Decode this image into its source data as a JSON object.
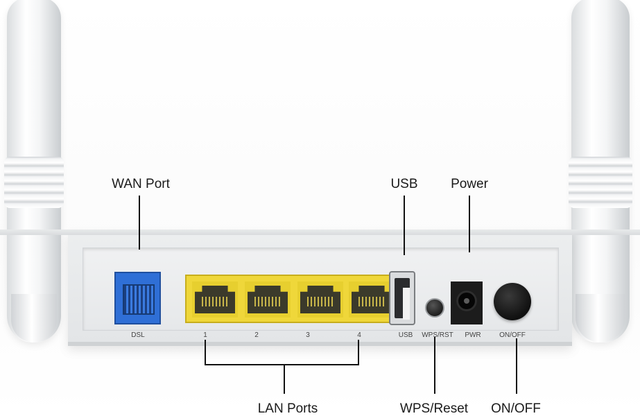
{
  "port_labels": {
    "dsl": "DSL",
    "lan_1": "1",
    "lan_2": "2",
    "lan_3": "3",
    "lan_4": "4",
    "usb": "USB",
    "wps_rst": "WPS/RST",
    "pwr": "PWR",
    "on_off": "ON/OFF"
  },
  "callouts": {
    "wan_port": "WAN Port",
    "usb": "USB",
    "power": "Power",
    "lan_ports": "LAN Ports",
    "wps_reset": "WPS/Reset",
    "on_off": "ON/OFF"
  },
  "colors": {
    "dsl_port": "#2f6fd6",
    "lan_ports": "#efd73a",
    "body": "#e6e8ea",
    "leader_line": "#111111"
  },
  "icons": {
    "antenna": "antenna-shape",
    "power_jack": "dc-power-jack",
    "usb": "usb-a-port"
  }
}
